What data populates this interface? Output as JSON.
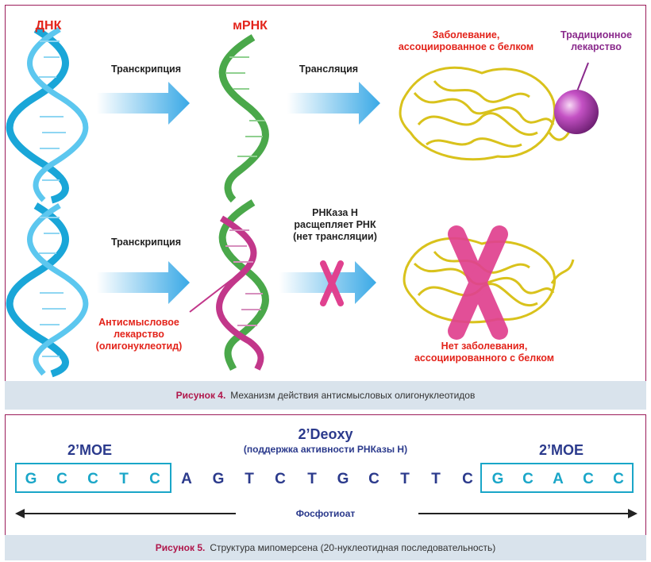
{
  "figure4": {
    "dna_label": "ДНК",
    "mrna_label": "мРНК",
    "transcription_top": "Транскрипция",
    "translation": "Трансляция",
    "disease_protein": "Заболевание,\nассоциированное с белком",
    "traditional_drug": "Традиционное\nлекарство",
    "transcription_bottom": "Транскрипция",
    "rnase": "РНКаза Н\nрасщепляет РНК\n(нет трансляции)",
    "antisense_drug": "Антисмысловое\nлекарство\n(олигонуклеотид)",
    "no_disease": "Нет заболевания,\nассоциированного с белком",
    "caption_label": "Рисунок 4.",
    "caption_text": "Механизм действия антисмысловых олигонуклеотидов"
  },
  "figure5": {
    "deoxy_title": "2’Deoxy",
    "deoxy_subtitle": "(поддержка активности РНКазы Н)",
    "moe_left": "2’MOE",
    "moe_right": "2’MOE",
    "sequence": [
      "G",
      "C",
      "C",
      "T",
      "C",
      "A",
      "G",
      "T",
      "C",
      "T",
      "G",
      "C",
      "T",
      "T",
      "C",
      "G",
      "C",
      "A",
      "C",
      "C"
    ],
    "backbone": "Фосфотиоат",
    "caption_label": "Рисунок 5.",
    "caption_text": "Структура мипомерсена (20-нуклеотидная последовательность)"
  },
  "colors": {
    "dna": "#1aa6d8",
    "mrna": "#4aa84a",
    "antisense": "#c2378a",
    "arrow": "#55b8e8",
    "protein": "#d9c21c",
    "drug": "#b03ab0",
    "x_mark": "#e0418f",
    "moe": "#1aa6c8",
    "deoxy": "#2b3a8c"
  },
  "icons": [
    "dna-helix-icon",
    "mrna-helix-icon",
    "protein-icon",
    "drug-sphere-icon",
    "cross-icon",
    "arrow-icon"
  ]
}
